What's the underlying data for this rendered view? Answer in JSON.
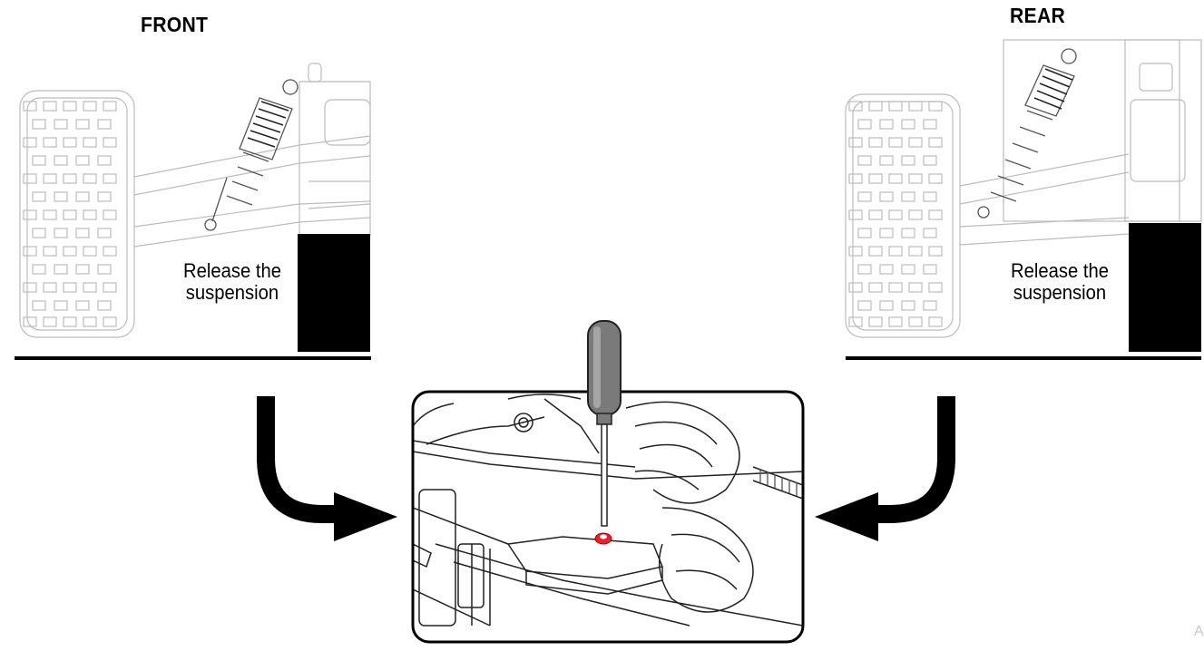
{
  "front": {
    "heading": "FRONT",
    "caption_line1": "Release the",
    "caption_line2": "suspension"
  },
  "rear": {
    "heading": "REAR",
    "caption_line1": "Release the",
    "caption_line2": "suspension"
  },
  "corner_mark": "A",
  "colors": {
    "ink": "#000000",
    "outline": "#bcbcbc",
    "highlight": "#e8212b"
  },
  "icons": [
    "hex-driver-icon",
    "screw-highlight-icon",
    "arrow-down-right-icon",
    "arrow-down-left-icon"
  ]
}
